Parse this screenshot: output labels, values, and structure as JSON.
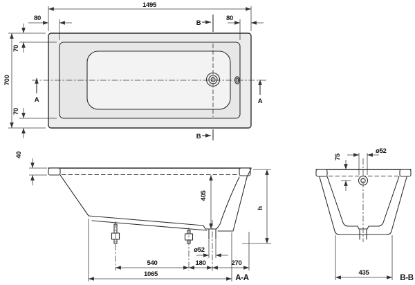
{
  "drawing_type": "bathtub-technical-drawing",
  "colors": {
    "background": "#ffffff",
    "object_line": "#2e2e2e",
    "dimension_line": "#3c3c3c",
    "tub_fill": "#ececec",
    "text": "#141414"
  },
  "plan": {
    "length": "1495",
    "width": "700",
    "rim_left": "80",
    "rim_right": "80",
    "rim_top": "70",
    "rim_bottom": "70",
    "section_a": "A",
    "section_b": "B"
  },
  "aa": {
    "label": "A-A",
    "rim_height": "40",
    "inner_depth": "405",
    "total_height": "h",
    "drain_dia": "ø52",
    "foot_spacing": "540",
    "foot_to_drain": "180",
    "drain_to_end": "270",
    "bottom_length": "1065"
  },
  "bb": {
    "label": "B-B",
    "overflow_height": "75",
    "overflow_dia": "ø52",
    "bottom_width": "435"
  }
}
